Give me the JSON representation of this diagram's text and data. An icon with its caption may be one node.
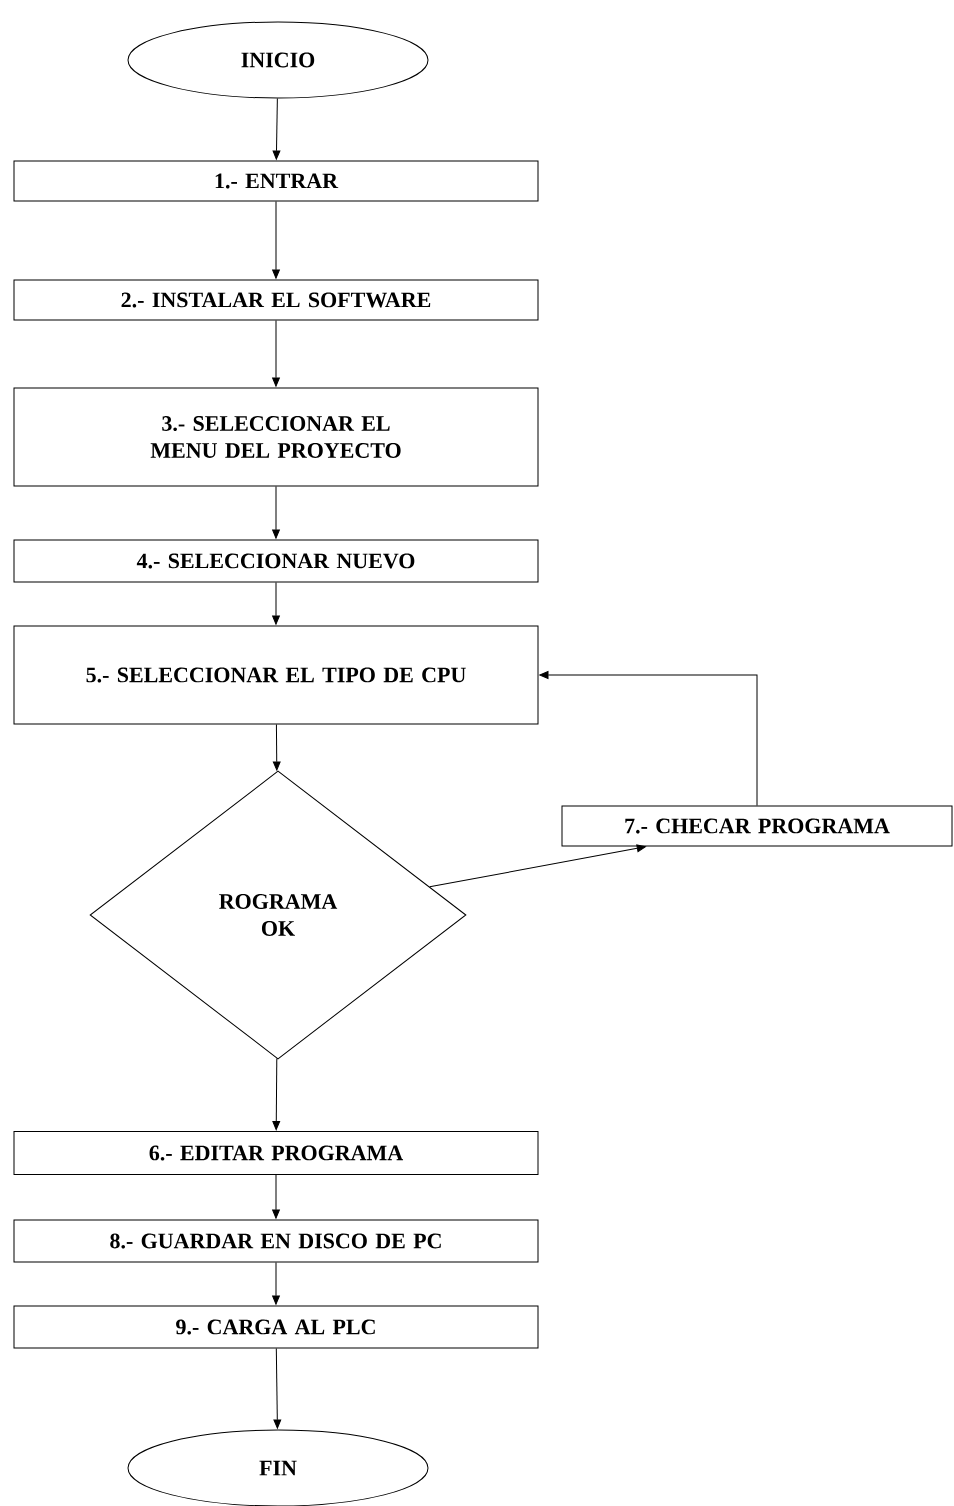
{
  "diagram": {
    "nodes": [
      {
        "text": [
          "INICIO"
        ]
      },
      {
        "text": [
          "1.- ENTRAR"
        ]
      },
      {
        "text": [
          "2.- INSTALAR EL SOFTWARE"
        ]
      },
      {
        "text": [
          "3.- SELECCIONAR EL MENU DEL PROYECTO"
        ]
      },
      {
        "text": [
          "4.- SELECCIONAR NUEVO"
        ]
      },
      {
        "text": [
          "5.- SELECCIONAR EL TIPO DE CPU"
        ]
      },
      {
        "text": [
          "ROGRAMA OK"
        ]
      },
      {
        "text": [
          "7.- CHECAR PROGRAMA"
        ]
      },
      {
        "text": [
          "6.- EDITAR PROGRAMA"
        ]
      },
      {
        "text": [
          "8.- GUARDAR EN DISCO DE PC"
        ]
      },
      {
        "text": [
          "9.- CARGA AL PLC"
        ]
      },
      {
        "text": [
          "FIN"
        ]
      }
    ],
    "edges": [
      {
        "from": 0,
        "to": 1,
        "arrow": "to"
      },
      {
        "from": 1,
        "to": 2,
        "arrow": "to"
      },
      {
        "from": 2,
        "to": 3,
        "arrow": "to"
      },
      {
        "from": 3,
        "to": 4,
        "arrow": "to"
      },
      {
        "from": 4,
        "to": 5,
        "arrow": "to"
      },
      {
        "from": 5,
        "to": 6,
        "arrow": "to"
      },
      {
        "from": 6,
        "to": 7,
        "arrow": "to"
      },
      {
        "from": 7,
        "to": 5,
        "arrow": "to"
      },
      {
        "from": 6,
        "to": 8,
        "arrow": "to"
      },
      {
        "from": 8,
        "to": 9,
        "arrow": "to"
      },
      {
        "from": 9,
        "to": 10,
        "arrow": "to"
      },
      {
        "from": 10,
        "to": 11,
        "arrow": "to"
      }
    ]
  }
}
